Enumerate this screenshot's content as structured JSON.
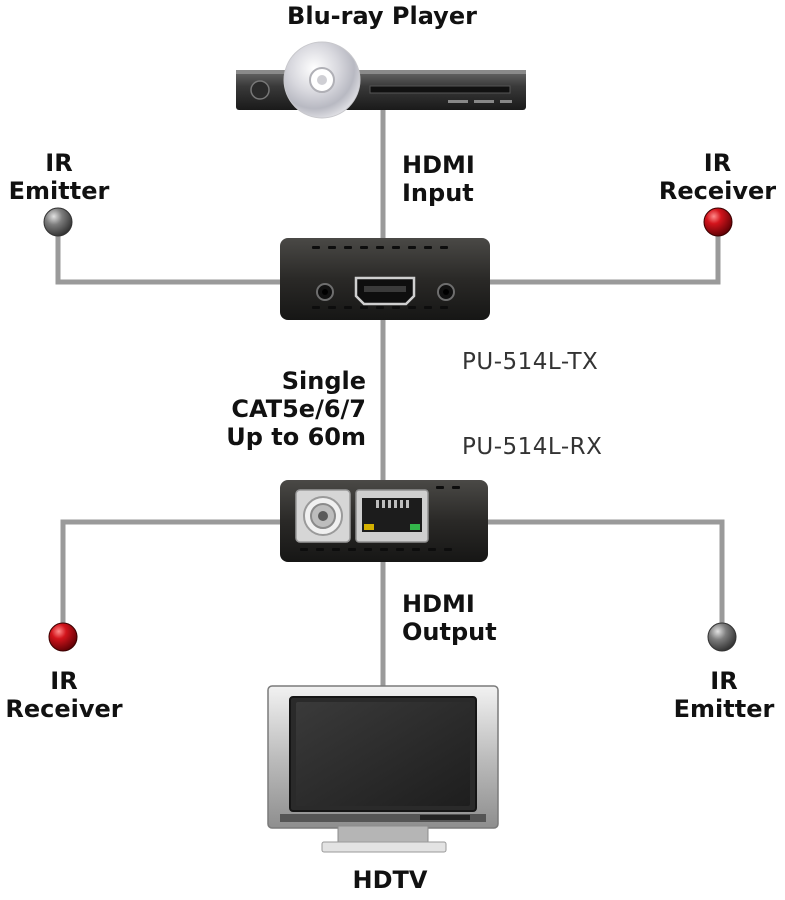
{
  "source": {
    "label": "Blu-ray Player"
  },
  "hdmi_input": {
    "line1": "HDMI",
    "line2": "Input"
  },
  "ir_emitter_top": {
    "line1": "IR",
    "line2": "Emitter"
  },
  "ir_receiver_top": {
    "line1": "IR",
    "line2": "Receiver"
  },
  "transmitter": {
    "model": "PU-514L-TX"
  },
  "receiver": {
    "model": "PU-514L-RX"
  },
  "cable": {
    "line1": "Single",
    "line2": "CAT5e/6/7",
    "line3": "Up to 60m"
  },
  "hdmi_output": {
    "line1": "HDMI",
    "line2": "Output"
  },
  "ir_receiver_bottom": {
    "line1": "IR",
    "line2": "Receiver"
  },
  "ir_emitter_bottom": {
    "line1": "IR",
    "line2": "Emitter"
  },
  "display": {
    "label": "HDTV"
  },
  "colors": {
    "cable": "#9a9a9a",
    "device_body": "#2b2a28",
    "led_red": "#c0141c",
    "led_grey": "#7d7d7d"
  }
}
